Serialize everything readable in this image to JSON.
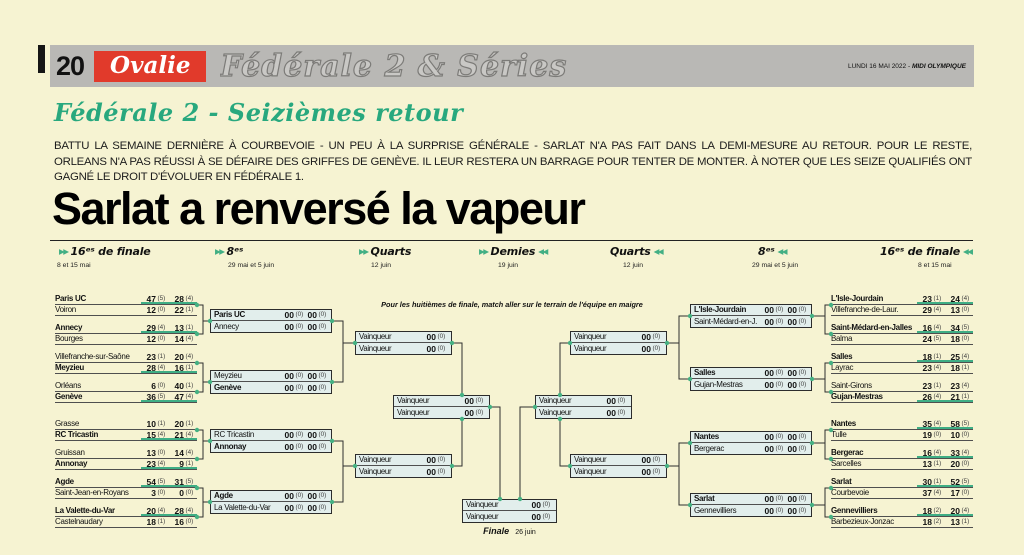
{
  "masthead": {
    "page_number": "20",
    "section": "Ovalie",
    "subsection": "Fédérale 2 & Séries",
    "dateline": "LUNDI 16 MAI 2022 - ",
    "brand": "MIDI OLYMPIQUE"
  },
  "article": {
    "rubric": "Fédérale 2 - Seizièmes retour",
    "intro": "BATTU LA SEMAINE DERNIÈRE À COURBEVOIE - UN PEU À LA SURPRISE GÉNÉRALE - SARLAT N'A PAS FAIT DANS LA DEMI-MESURE AU RETOUR. POUR LE RESTE, ORLEANS N'A PAS RÉUSSI À SE DÉFAIRE DES GRIFFES DE GENÈVE. IL LEUR RESTERA UN BARRAGE POUR TENTER DE MONTER. À NOTER QUE LES SEIZE QUALIFIÉS ONT GAGNÉ LE DROIT D'ÉVOLUER EN FÉDÉRALE 1.",
    "headline": "Sarlat a renversé la vapeur"
  },
  "bracket": {
    "note": "Pour les huitièmes de finale, match aller sur le terrain de l'équipe en maigre",
    "finale_label": "Finale",
    "finale_date": "26 juin",
    "headers": {
      "l16": {
        "label": "16ᵉˢ de finale",
        "date": "8 et 15 mai"
      },
      "l8": {
        "label": "8ᵉˢ",
        "date": "29 mai et 5 juin"
      },
      "lq": {
        "label": "Quarts",
        "date": "12 juin"
      },
      "d": {
        "label": "Demies",
        "date": "19 juin"
      },
      "rq": {
        "label": "Quarts",
        "date": "12 juin"
      },
      "r8": {
        "label": "8ᵉˢ",
        "date": "29 mai et 5 juin"
      },
      "r16": {
        "label": "16ᵉˢ de finale",
        "date": "8 et 15 mai"
      }
    },
    "v": {
      "t": "Vainqueur",
      "s": "00",
      "p": "(0)"
    },
    "l16": [
      {
        "a": {
          "t": "Paris UC",
          "s1": "47",
          "p1": "(5)",
          "s2": "28",
          "p2": "(4)"
        },
        "b": {
          "t": "Voiron",
          "s1": "12",
          "p1": "(0)",
          "s2": "22",
          "p2": "(1)"
        }
      },
      {
        "a": {
          "t": "Annecy",
          "s1": "29",
          "p1": "(4)",
          "s2": "13",
          "p2": "(1)"
        },
        "b": {
          "t": "Bourges",
          "s1": "12",
          "p1": "(0)",
          "s2": "14",
          "p2": "(4)"
        }
      },
      {
        "a": {
          "t": "Villefranche-sur-Saône",
          "s1": "23",
          "p1": "(1)",
          "s2": "20",
          "p2": "(4)"
        },
        "b": {
          "t": "Meyzieu",
          "s1": "28",
          "p1": "(4)",
          "s2": "16",
          "p2": "(1)"
        }
      },
      {
        "a": {
          "t": "Orléans",
          "s1": "6",
          "p1": "(0)",
          "s2": "40",
          "p2": "(1)"
        },
        "b": {
          "t": "Genève",
          "s1": "36",
          "p1": "(5)",
          "s2": "47",
          "p2": "(4)"
        }
      },
      {
        "a": {
          "t": "Grasse",
          "s1": "10",
          "p1": "(1)",
          "s2": "20",
          "p2": "(1)"
        },
        "b": {
          "t": "RC Tricastin",
          "s1": "15",
          "p1": "(4)",
          "s2": "21",
          "p2": "(4)"
        }
      },
      {
        "a": {
          "t": "Gruissan",
          "s1": "13",
          "p1": "(0)",
          "s2": "14",
          "p2": "(4)"
        },
        "b": {
          "t": "Annonay",
          "s1": "23",
          "p1": "(4)",
          "s2": "9",
          "p2": "(1)"
        }
      },
      {
        "a": {
          "t": "Agde",
          "s1": "54",
          "p1": "(5)",
          "s2": "31",
          "p2": "(5)"
        },
        "b": {
          "t": "Saint-Jean-en-Royans",
          "s1": "3",
          "p1": "(0)",
          "s2": "0",
          "p2": "(0)"
        }
      },
      {
        "a": {
          "t": "La Valette-du-Var",
          "s1": "20",
          "p1": "(4)",
          "s2": "28",
          "p2": "(4)"
        },
        "b": {
          "t": "Castelnaudary",
          "s1": "18",
          "p1": "(1)",
          "s2": "16",
          "p2": "(0)"
        }
      }
    ],
    "r16": [
      {
        "a": {
          "t": "L'Isle-Jourdain",
          "s1": "23",
          "p1": "(1)",
          "s2": "24",
          "p2": "(4)"
        },
        "b": {
          "t": "Villefranche-de-Laur.",
          "s1": "29",
          "p1": "(4)",
          "s2": "13",
          "p2": "(0)"
        }
      },
      {
        "a": {
          "t": "Saint-Médard-en-Jalles",
          "s1": "16",
          "p1": "(4)",
          "s2": "34",
          "p2": "(5)"
        },
        "b": {
          "t": "Balma",
          "s1": "24",
          "p1": "(5)",
          "s2": "18",
          "p2": "(0)"
        }
      },
      {
        "a": {
          "t": "Salles",
          "s1": "18",
          "p1": "(1)",
          "s2": "25",
          "p2": "(4)"
        },
        "b": {
          "t": "Layrac",
          "s1": "23",
          "p1": "(4)",
          "s2": "18",
          "p2": "(1)"
        }
      },
      {
        "a": {
          "t": "Saint-Girons",
          "s1": "23",
          "p1": "(1)",
          "s2": "23",
          "p2": "(4)"
        },
        "b": {
          "t": "Gujan-Mestras",
          "s1": "26",
          "p1": "(4)",
          "s2": "21",
          "p2": "(1)"
        }
      },
      {
        "a": {
          "t": "Nantes",
          "s1": "35",
          "p1": "(4)",
          "s2": "58",
          "p2": "(5)"
        },
        "b": {
          "t": "Tulle",
          "s1": "19",
          "p1": "(0)",
          "s2": "10",
          "p2": "(0)"
        }
      },
      {
        "a": {
          "t": "Bergerac",
          "s1": "16",
          "p1": "(4)",
          "s2": "33",
          "p2": "(4)"
        },
        "b": {
          "t": "Sarcelles",
          "s1": "13",
          "p1": "(1)",
          "s2": "20",
          "p2": "(0)"
        }
      },
      {
        "a": {
          "t": "Sarlat",
          "s1": "30",
          "p1": "(1)",
          "s2": "52",
          "p2": "(5)"
        },
        "b": {
          "t": "Courbevoie",
          "s1": "37",
          "p1": "(4)",
          "s2": "17",
          "p2": "(0)"
        }
      },
      {
        "a": {
          "t": "Gennevilliers",
          "s1": "18",
          "p1": "(2)",
          "s2": "20",
          "p2": "(4)"
        },
        "b": {
          "t": "Barbezieux-Jonzac",
          "s1": "18",
          "p1": "(2)",
          "s2": "13",
          "p2": "(1)"
        }
      }
    ],
    "l8t": [
      [
        "Paris UC",
        "Annecy"
      ],
      [
        "Meyzieu",
        "Genève"
      ],
      [
        "RC Tricastin",
        "Annonay"
      ],
      [
        "Agde",
        "La Valette-du-Var"
      ]
    ],
    "r8t": [
      [
        "L'Isle-Jourdain",
        "Saint-Médard-en-J."
      ],
      [
        "Salles",
        "Gujan-Mestras"
      ],
      [
        "Nantes",
        "Bergerac"
      ],
      [
        "Sarlat",
        "Gennevilliers"
      ]
    ]
  },
  "colors": {
    "accent_green": "#3fae85",
    "brand_red": "#e13a2b",
    "rubric_teal": "#28a87e",
    "bar_gray": "#b9b8b5",
    "page_cream": "#f6f3d2",
    "box_blue": "#e2eeec"
  }
}
